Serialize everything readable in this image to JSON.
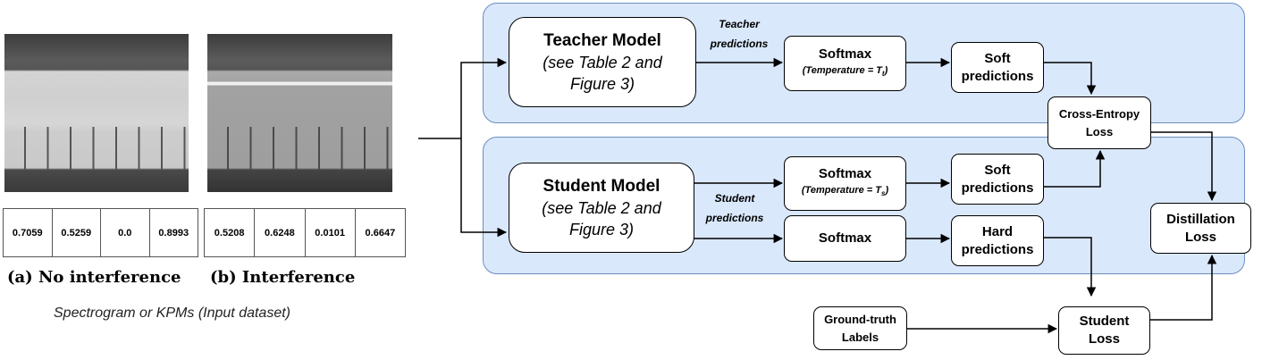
{
  "spectrograms": {
    "no_interference": {
      "kpm_values": [
        "0.7059",
        "0.5259",
        "0.0",
        "0.8993"
      ],
      "caption": "(a) No interference"
    },
    "interference": {
      "kpm_values": [
        "0.5208",
        "0.6248",
        "0.0101",
        "0.6647"
      ],
      "caption": "(b) Interference"
    },
    "footer": "Spectrogram or KPMs (Input dataset)"
  },
  "teacher": {
    "model_title": "Teacher Model",
    "model_sub": [
      "(see Table 2 and",
      "Figure 3)"
    ],
    "predictions_label": [
      "Teacher",
      "predictions"
    ],
    "softmax_title": "Softmax",
    "softmax_sub": "(Temperature = T",
    "softmax_sub_index": "t",
    "softmax_sub_end": ")",
    "soft_predictions": [
      "Soft",
      "predictions"
    ]
  },
  "student": {
    "model_title": "Student Model",
    "model_sub": [
      "(see Table 2 and",
      "Figure 3)"
    ],
    "predictions_label": [
      "Student",
      "predictions"
    ],
    "softmax_temp_title": "Softmax",
    "softmax_sub": "(Temperature = T",
    "softmax_sub_index": "s",
    "softmax_sub_end": ")",
    "softmax_title": "Softmax",
    "soft_predictions": [
      "Soft",
      "predictions"
    ],
    "hard_predictions": [
      "Hard",
      "predictions"
    ]
  },
  "losses": {
    "cross_entropy": [
      "Cross-Entropy",
      "Loss"
    ],
    "distillation": [
      "Distillation",
      "Loss"
    ],
    "student": [
      "Student",
      "Loss"
    ]
  },
  "ground_truth": [
    "Ground-truth",
    "Labels"
  ],
  "colors": {
    "panel_fill": "#dae8fc",
    "panel_border": "#6c8ebf",
    "line": "#000000"
  }
}
